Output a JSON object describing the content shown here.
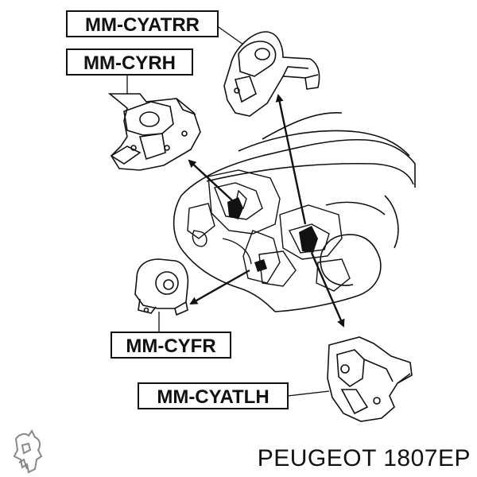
{
  "labels": {
    "rear_right": "MM-CYATRR",
    "right_hand": "MM-CYRH",
    "front": "MM-CYFR",
    "rear_left": "MM-CYATLH"
  },
  "caption": {
    "brand": "PEUGEOT",
    "part_number": "1807EP"
  },
  "colors": {
    "ink": "#111111",
    "background": "#ffffff"
  }
}
